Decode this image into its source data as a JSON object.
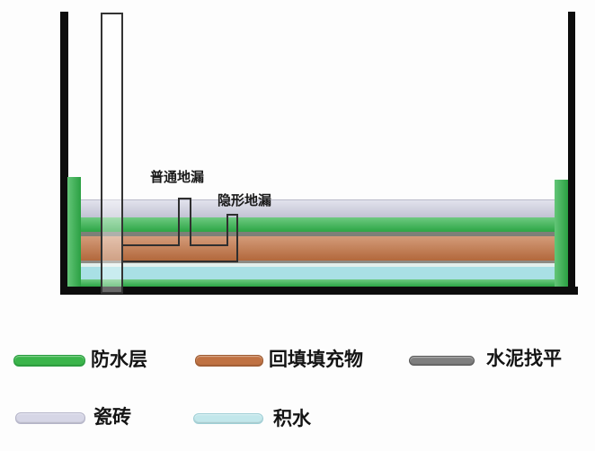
{
  "scene": {
    "annotations": {
      "ordinary_drain_label": "普通地漏",
      "hidden_drain_label": "隐形地漏"
    },
    "colors": {
      "structure_black": "#0d0d0d",
      "waterproof_green": "#2fb24a",
      "tile_lavender": "#cccddf",
      "cement_gray": "#7d8078",
      "backfill_orange": "#c07040",
      "boundary_gray": "#8d8b84",
      "water_light": "#e2efec",
      "water_cyan": "#a9e0e5",
      "pipe_outline": "#2f2f2f"
    }
  },
  "legend": {
    "items": [
      {
        "id": "waterproof",
        "label": "防水层",
        "color": "#3bb54b",
        "border": "#249b3b"
      },
      {
        "id": "backfill",
        "label": "回填填充物",
        "color": "#c07243",
        "border": "#9c5a30"
      },
      {
        "id": "cement",
        "label": "水泥找平",
        "color": "#7f7f7f",
        "border": "#565656"
      },
      {
        "id": "tile",
        "label": "瓷砖",
        "color": "#d6d6e6",
        "border": "#b4b4c8"
      },
      {
        "id": "water",
        "label": "积水",
        "color": "#c2e7eb",
        "border": "#9fcfd6"
      }
    ]
  }
}
